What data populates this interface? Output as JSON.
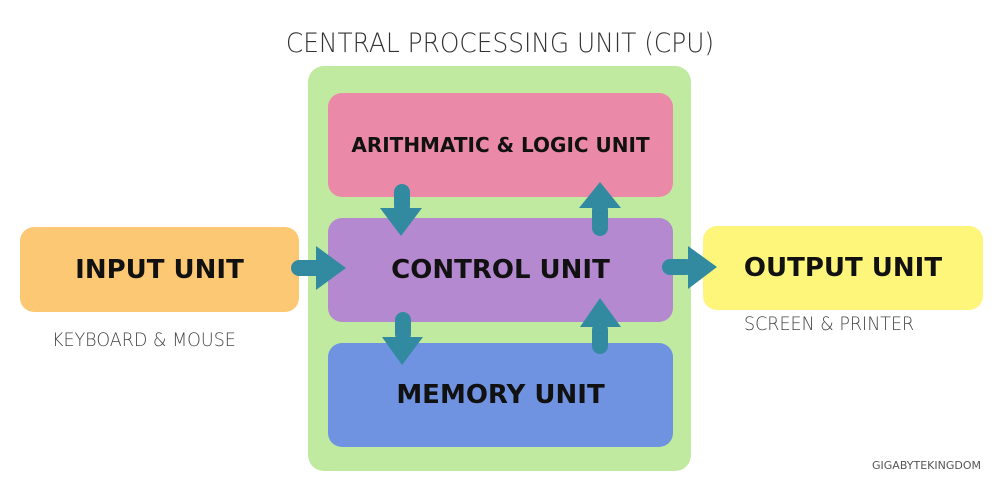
{
  "title": "CENTRAL PROCESSING UNIT (CPU)",
  "cpu": {
    "alu_label": "ARITHMATIC & LOGIC UNIT",
    "control_label": "CONTROL UNIT",
    "memory_label": "MEMORY UNIT"
  },
  "input": {
    "label": "INPUT UNIT",
    "caption": "KEYBOARD & MOUSE"
  },
  "output": {
    "label": "OUTPUT UNIT",
    "caption": "SCREEN & PRINTER"
  },
  "watermark": "GIGABYTEKINGDOM",
  "colors": {
    "cpu": "#bfea9f",
    "alu": "#ea8aa8",
    "control": "#b589d0",
    "memory": "#6f93e0",
    "input": "#fdc874",
    "output": "#fef57b",
    "arrow": "#328aa0"
  },
  "connections": [
    {
      "from": "INPUT UNIT",
      "to": "CONTROL UNIT"
    },
    {
      "from": "CONTROL UNIT",
      "to": "OUTPUT UNIT"
    },
    {
      "from": "ARITHMATIC & LOGIC UNIT",
      "to": "CONTROL UNIT"
    },
    {
      "from": "CONTROL UNIT",
      "to": "ARITHMATIC & LOGIC UNIT"
    },
    {
      "from": "CONTROL UNIT",
      "to": "MEMORY UNIT"
    },
    {
      "from": "MEMORY UNIT",
      "to": "CONTROL UNIT"
    }
  ]
}
